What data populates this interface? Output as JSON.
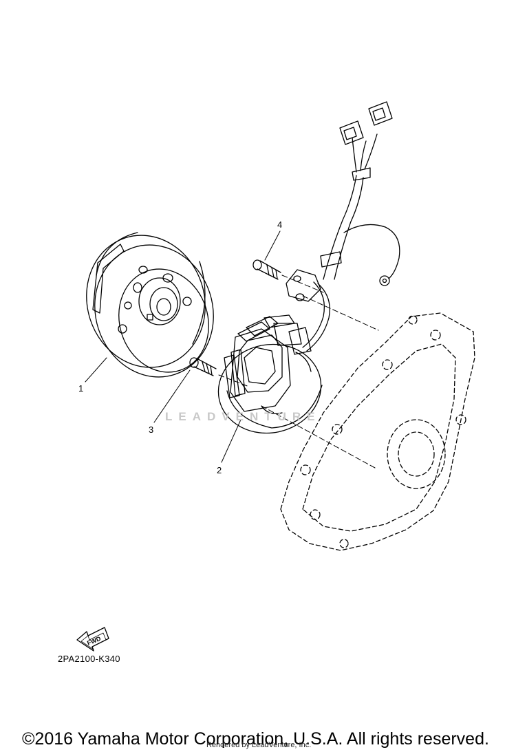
{
  "callouts": {
    "part_1": "1",
    "part_2": "2",
    "part_3": "3",
    "part_4": "4"
  },
  "diagram_code": "2PA2100-K340",
  "fwd_label": "FWD",
  "watermark": "LEADVENTURE",
  "copyright": "©2016 Yamaha Motor Corporation, U.S.A. All rights reserved.",
  "rendered_by": "Rendered by LeadVenture, Inc.",
  "colors": {
    "line": "#000000",
    "background": "#ffffff",
    "watermark": "#c8c8c8"
  }
}
